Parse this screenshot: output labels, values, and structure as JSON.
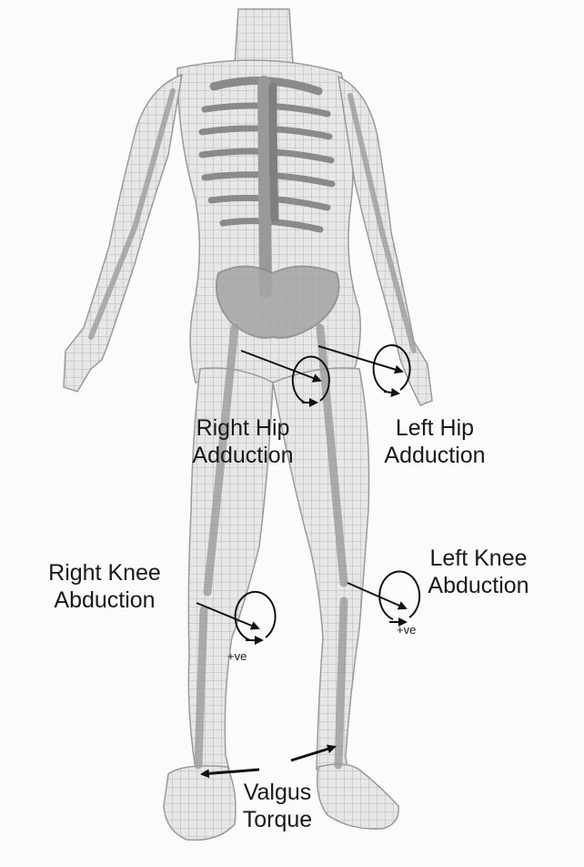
{
  "labels": {
    "right_hip_line1": "Right Hip",
    "right_hip_line2": "Adduction",
    "left_hip_line1": "Left Hip",
    "left_hip_line2": "Adduction",
    "right_knee_line1": "Right Knee",
    "right_knee_line2": "Abduction",
    "left_knee_line1": "Left Knee",
    "left_knee_line2": "Abduction",
    "right_knee_sign": "+ve",
    "left_knee_sign": "+ve",
    "valgus_line1": "Valgus",
    "valgus_line2": "Torque"
  },
  "colors": {
    "mesh": "#b3b3b3",
    "bone": "#8d8d8d",
    "arrow": "#111111",
    "text": "#1a1a1a"
  }
}
